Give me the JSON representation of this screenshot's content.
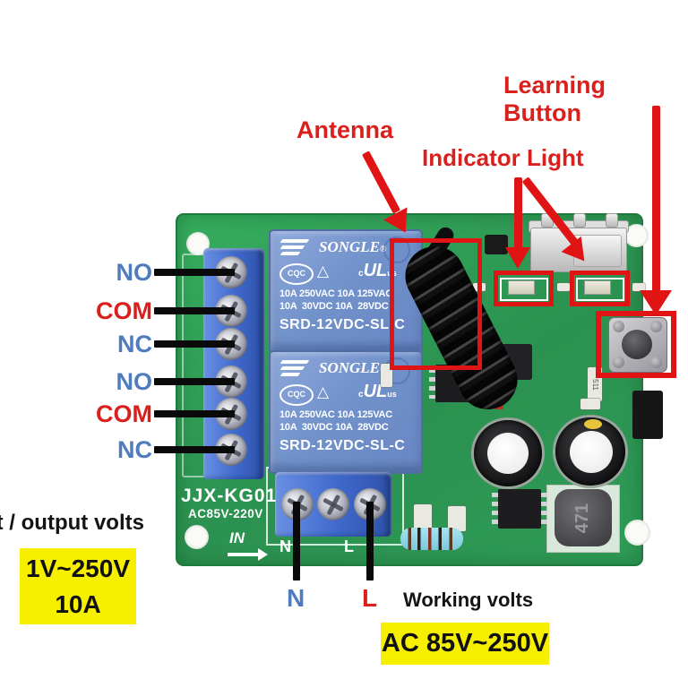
{
  "colors": {
    "annotation_red": "#e01414",
    "label_blue": "#4f7cbe",
    "highlight_yellow": "#f7ef00",
    "pcb_green": "#2f9c57"
  },
  "callouts": {
    "learning_button": "Learning Button",
    "antenna": "Antenna",
    "indicator_light": "Indicator Light",
    "io_volts_label": "Input / output volts",
    "io_volts_value_line1": "1V~250V",
    "io_volts_value_line2": "10A",
    "neutral": "N",
    "live": "L",
    "working_volts_label": "Working volts",
    "working_volts_value": "AC 85V~250V"
  },
  "terminal_labels": [
    {
      "text": "NO"
    },
    {
      "text": "COM"
    },
    {
      "text": "NC"
    },
    {
      "text": "NO"
    },
    {
      "text": "COM"
    },
    {
      "text": "NC"
    }
  ],
  "board": {
    "model": "JJX-KG01",
    "voltage_silk": "AC85V-220V",
    "in_silk": "IN",
    "n_silk": "N",
    "l_silk": "L",
    "inductor_marking": "471",
    "resistor_marking": "511",
    "relay": {
      "brand": "SONGLE",
      "reg": "®",
      "cert_cqc": "CQC",
      "cert_tri": "△",
      "ul_c": "c",
      "ul": "UL",
      "ul_us": "us",
      "ratings1": "10A 250VAC 10A 125VAC",
      "ratings2": "10A  30VDC 10A  28VDC",
      "part": "SRD-12VDC-SL-C"
    }
  }
}
